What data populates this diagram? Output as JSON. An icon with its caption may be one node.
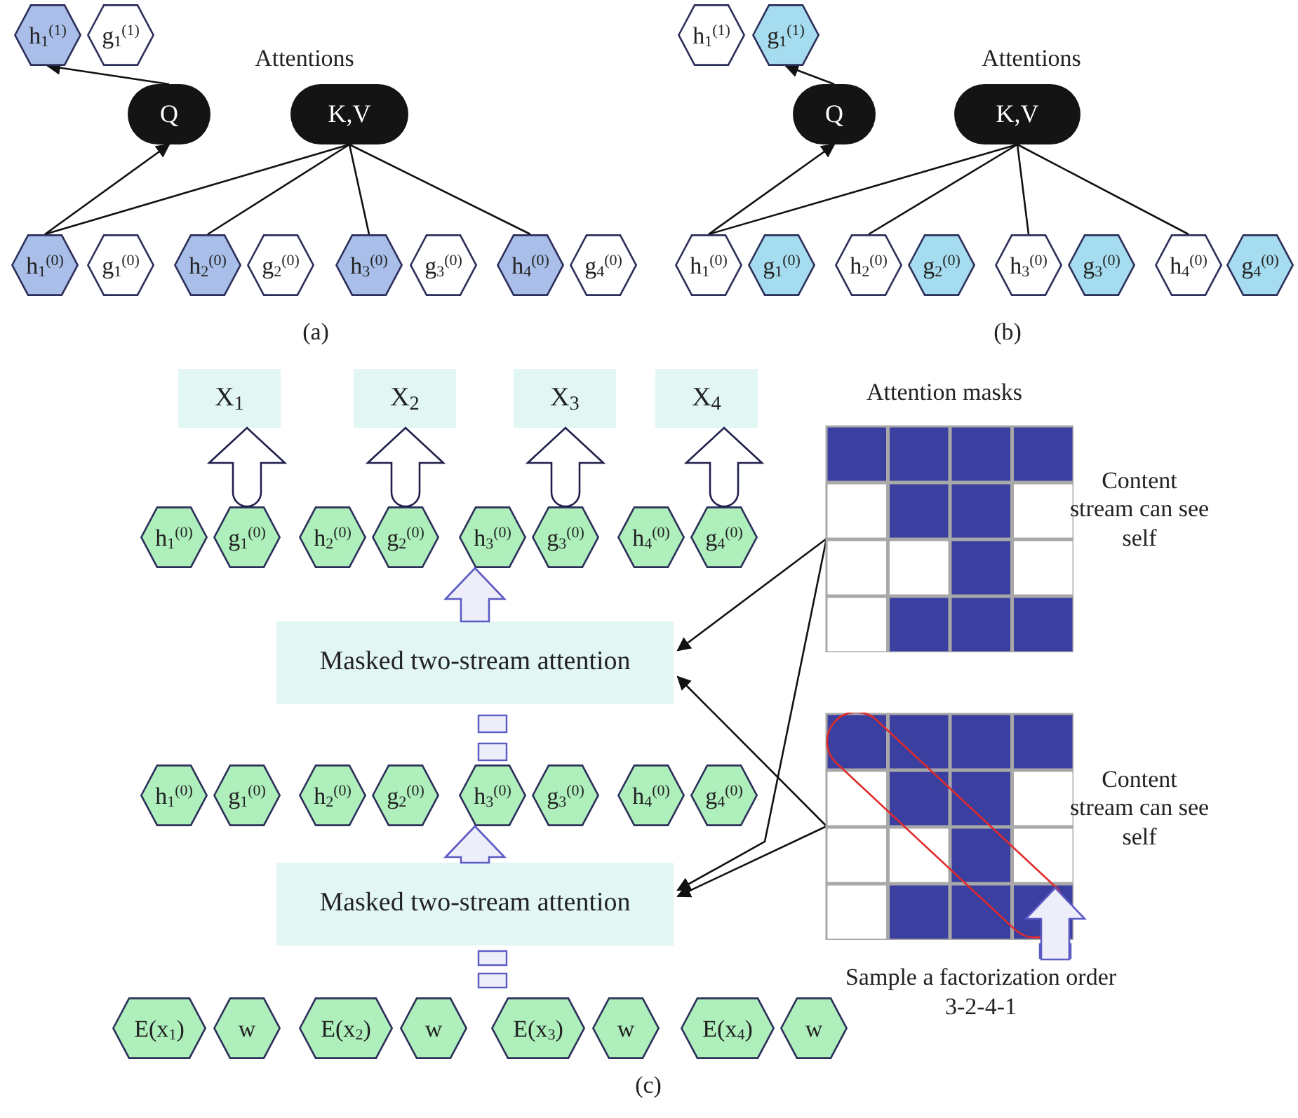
{
  "diagram": {
    "nodes": [
      {
        "text": [
          "h$_{1}$$^{(1)}$"
        ]
      },
      {
        "text": [
          "g$_{1}$$^{(1)}$"
        ]
      },
      {
        "text": [
          "Q"
        ]
      },
      {
        "text": [
          "K,V"
        ]
      },
      {
        "text": [
          "h$_{1}$$^{(0)}$"
        ]
      },
      {
        "text": [
          "g$_{1}$$^{(0)}$"
        ]
      },
      {
        "text": [
          "h$_{2}$$^{(0)}$"
        ]
      },
      {
        "text": [
          "g$_{2}$$^{(0)}$"
        ]
      },
      {
        "text": [
          "h$_{3}$$^{(0)}$"
        ]
      },
      {
        "text": [
          "g$_{3}$$^{(0)}$"
        ]
      },
      {
        "text": [
          "h$_{4}$$^{(0)}$"
        ]
      },
      {
        "text": [
          "g$_{4}$$^{(0)}$"
        ]
      },
      {
        "text": [
          "h$_{1}$$^{(1)}$"
        ]
      },
      {
        "text": [
          "g$_{1}$$^{(1)}$"
        ]
      },
      {
        "text": [
          "Q"
        ]
      },
      {
        "text": [
          "K,V"
        ]
      },
      {
        "text": [
          "h$_{1}$$^{(0)}$"
        ]
      },
      {
        "text": [
          "g$_{1}$$^{(0)}$"
        ]
      },
      {
        "text": [
          "h$_{2}$$^{(0)}$"
        ]
      },
      {
        "text": [
          "g$_{2}$$^{(0)}$"
        ]
      },
      {
        "text": [
          "h$_{3}$$^{(0)}$"
        ]
      },
      {
        "text": [
          "g$_{3}$$^{(0)}$"
        ]
      },
      {
        "text": [
          "h$_{4}$$^{(0)}$"
        ]
      },
      {
        "text": [
          "g$_{4}$$^{(0)}$"
        ]
      },
      {
        "text": [
          "X$_{1}$"
        ]
      },
      {
        "text": [
          "X$_{2}$"
        ]
      },
      {
        "text": [
          "X$_{3}$"
        ]
      },
      {
        "text": [
          "X$_{4}$"
        ]
      },
      {
        "text": [
          "h$_{1}$$^{(0)}$"
        ]
      },
      {
        "text": [
          "g$_{1}$$^{(0)}$"
        ]
      },
      {
        "text": [
          "h$_{2}$$^{(0)}$"
        ]
      },
      {
        "text": [
          "g$_{2}$$^{(0)}$"
        ]
      },
      {
        "text": [
          "h$_{3}$$^{(0)}$"
        ]
      },
      {
        "text": [
          "g$_{3}$$^{(0)}$"
        ]
      },
      {
        "text": [
          "h$_{4}$$^{(0)}$"
        ]
      },
      {
        "text": [
          "g$_{4}$$^{(0)}$"
        ]
      },
      {
        "text": [],
        "shape": "grid",
        "beside": [
          "Content stream can see self"
        ]
      },
      {
        "text": [
          "Masked two-stream attention"
        ]
      },
      {
        "text": [
          "h$_{1}$$^{(0)}$"
        ]
      },
      {
        "text": [
          "g$_{1}$$^{(0)}$"
        ]
      },
      {
        "text": [
          "h$_{2}$$^{(0)}$"
        ]
      },
      {
        "text": [
          "g$_{2}$$^{(0)}$"
        ]
      },
      {
        "text": [
          "h$_{3}$$^{(0)}$"
        ]
      },
      {
        "text": [
          "g$_{3}$$^{(0)}$"
        ]
      },
      {
        "text": [
          "h$_{4}$$^{(0)}$"
        ]
      },
      {
        "text": [
          "g$_{4}$$^{(0)}$"
        ]
      },
      {
        "text": [],
        "shape": "grid",
        "beside": [
          "Content stream can see self"
        ]
      },
      {
        "text": [
          "Masked two-stream attention"
        ]
      },
      {
        "text": [
          "E(x$_{1}$)"
        ]
      },
      {
        "text": [
          "w"
        ]
      },
      {
        "text": [
          "E(x$_{2}$)"
        ]
      },
      {
        "text": [
          "w"
        ]
      },
      {
        "text": [
          "E(x$_{3}$)"
        ]
      },
      {
        "text": [
          "w"
        ]
      },
      {
        "text": [
          "E(x$_{4}$)"
        ]
      },
      {
        "text": [
          "w"
        ]
      },
      {
        "text": [
          "Sample a factorization order 3-2-4-1"
        ]
      }
    ],
    "edges": [
      {
        "from": 4,
        "to": 2,
        "arrow": "to"
      },
      {
        "from": 2,
        "to": 0,
        "arrow": "to"
      },
      {
        "from": 3,
        "to": 4,
        "arrow": "none"
      },
      {
        "from": 3,
        "to": 6,
        "arrow": "none"
      },
      {
        "from": 3,
        "to": 8,
        "arrow": "none"
      },
      {
        "from": 3,
        "to": 10,
        "arrow": "none"
      },
      {
        "from": 16,
        "to": 14,
        "arrow": "to"
      },
      {
        "from": 14,
        "to": 13,
        "arrow": "to"
      },
      {
        "from": 15,
        "to": 16,
        "arrow": "none"
      },
      {
        "from": 15,
        "to": 18,
        "arrow": "none"
      },
      {
        "from": 15,
        "to": 20,
        "arrow": "none"
      },
      {
        "from": 15,
        "to": 22,
        "arrow": "none"
      },
      {
        "from": 29,
        "to": 24,
        "arrow": "to",
        "style": "thick"
      },
      {
        "from": 31,
        "to": 25,
        "arrow": "to",
        "style": "thick"
      },
      {
        "from": 33,
        "to": 26,
        "arrow": "to",
        "style": "thick"
      },
      {
        "from": 35,
        "to": 27,
        "arrow": "to",
        "style": "thick"
      },
      {
        "from": 37,
        "to": 32,
        "arrow": "to",
        "style": "thick",
        "color": "#5a5ac4"
      },
      {
        "from": 47,
        "to": 42,
        "arrow": "to",
        "style": "thick",
        "color": "#5a5ac4"
      },
      {
        "from": 36,
        "to": 37,
        "arrow": "to"
      },
      {
        "from": 36,
        "to": 47,
        "arrow": "to"
      },
      {
        "from": 46,
        "to": 37,
        "arrow": "to"
      },
      {
        "from": 46,
        "to": 47,
        "arrow": "to"
      },
      {
        "from": 56,
        "to": 46,
        "arrow": "to",
        "style": "thick",
        "color": "#5a5ac4"
      }
    ],
    "labels": [
      "Attentions",
      "(a)",
      "Attentions",
      "(b)",
      "Attention masks",
      "(c)"
    ]
  }
}
